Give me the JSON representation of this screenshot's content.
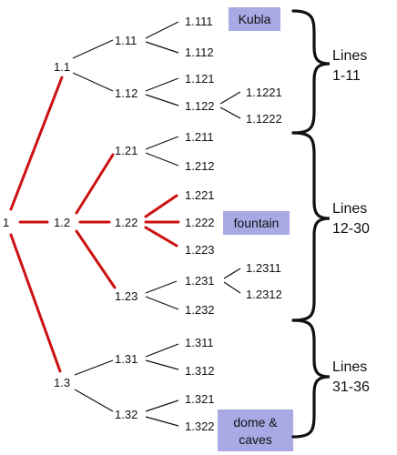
{
  "colors": {
    "background": "#ffffff",
    "highlight_edge": "#cc1111",
    "normal_edge": "#111111",
    "box_fill": "#a9a9e6",
    "brace": "#111111"
  },
  "nodes": {
    "n1": "1",
    "n1_1": "1.1",
    "n1_11": "1.11",
    "n1_111": "1.111",
    "n1_112": "1.112",
    "n1_12": "1.12",
    "n1_121": "1.121",
    "n1_122": "1.122",
    "n1_1221": "1.1221",
    "n1_1222": "1.1222",
    "n1_2": "1.2",
    "n1_21": "1.21",
    "n1_211": "1.211",
    "n1_212": "1.212",
    "n1_22": "1.22",
    "n1_221": "1.221",
    "n1_222": "1.222",
    "n1_223": "1.223",
    "n1_23": "1.23",
    "n1_231": "1.231",
    "n1_2311": "1.2311",
    "n1_2312": "1.2312",
    "n1_232": "1.232",
    "n1_3": "1.3",
    "n1_31": "1.31",
    "n1_311": "1.311",
    "n1_312": "1.312",
    "n1_32": "1.32",
    "n1_321": "1.321",
    "n1_322": "1.322"
  },
  "boxes": {
    "kubla": "Kubla",
    "fountain": "fountain",
    "dome_line1": "dome &",
    "dome_line2": "caves"
  },
  "line_ranges": {
    "r1_title": "Lines",
    "r1_range": "1-11",
    "r2_title": "Lines",
    "r2_range": "12-30",
    "r3_title": "Lines",
    "r3_range": "31-36"
  }
}
